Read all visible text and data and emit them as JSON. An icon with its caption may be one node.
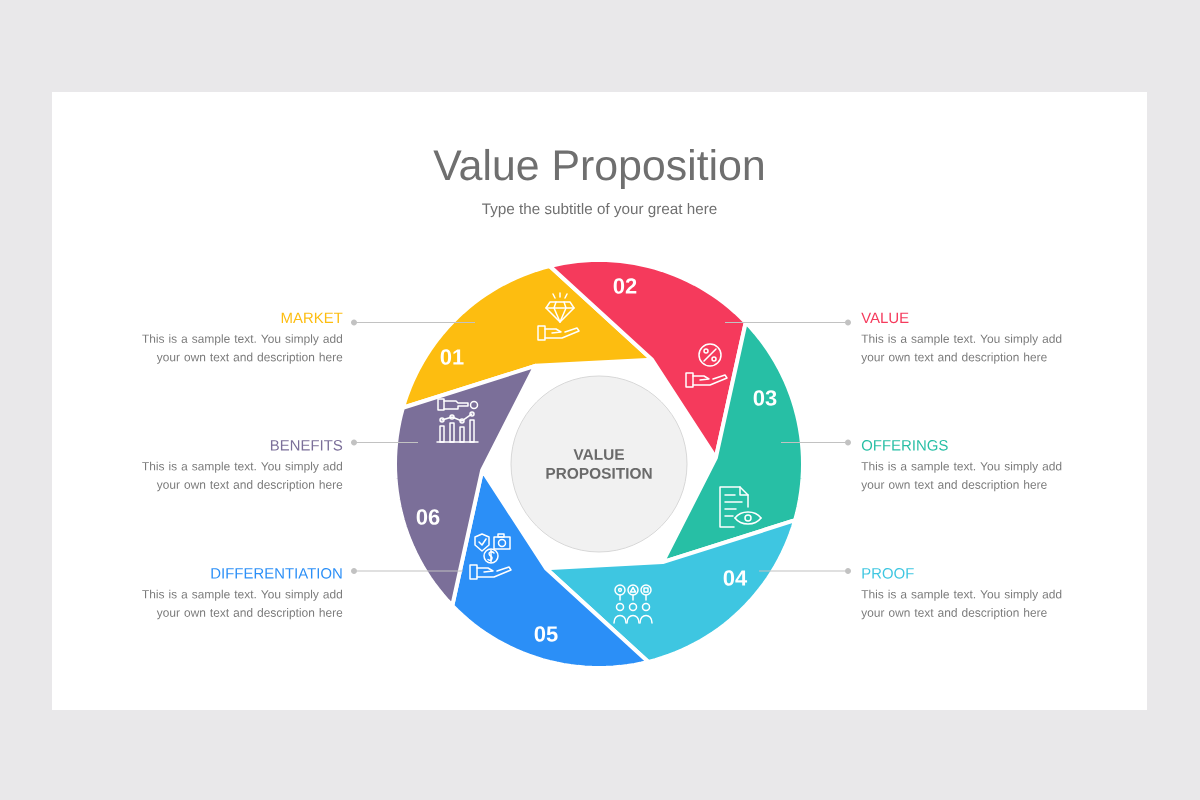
{
  "diagram": {
    "title": "Value Proposition",
    "nodes": [
      {
        "text": [
          "01"
        ]
      },
      {
        "text": [
          "02"
        ]
      },
      {
        "text": [
          "03"
        ]
      },
      {
        "text": [
          "04"
        ]
      },
      {
        "text": [
          "05"
        ]
      },
      {
        "text": [
          "06"
        ]
      },
      {
        "text": [
          "VALUE PROPOSITION"
        ]
      },
      {
        "text": [
          "MARKET",
          "This is a sample text. You simply add your own text and description here"
        ]
      },
      {
        "text": [
          "VALUE",
          "This is a sample text. You simply add your own text and description here"
        ]
      },
      {
        "text": [
          "OFFERINGS",
          "This is a sample text. You simply add your own text and description here"
        ]
      },
      {
        "text": [
          "PROOF",
          "This is a sample text. You simply add your own text and description here"
        ]
      },
      {
        "text": [
          "DIFFERENTIATION",
          "This is a sample text. You simply add your own text and description here"
        ]
      },
      {
        "text": [
          "BENEFITS",
          "This is a sample text. You simply add your own text and description here"
        ]
      }
    ],
    "edges": [
      {
        "from": 7,
        "to": 0,
        "arrow": "none"
      },
      {
        "from": 8,
        "to": 1,
        "arrow": "none"
      },
      {
        "from": 9,
        "to": 2,
        "arrow": "none"
      },
      {
        "from": 10,
        "to": 3,
        "arrow": "none"
      },
      {
        "from": 11,
        "to": 4,
        "arrow": "none"
      },
      {
        "from": 12,
        "to": 5,
        "arrow": "none"
      }
    ],
    "labels": [
      "Type the subtitle of your great here"
    ]
  }
}
